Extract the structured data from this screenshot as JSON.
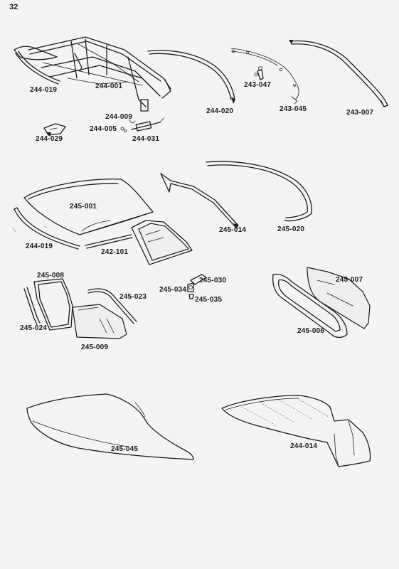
{
  "page": {
    "number": "32"
  },
  "parts": {
    "p244_019a": "244-019",
    "p244_001": "244-001",
    "p244_020": "244-020",
    "p243_047": "243-047",
    "p243_045": "243-045",
    "p243_007": "243-007",
    "p244_009": "244-009",
    "p244_005": "244-005",
    "p244_031": "244-031",
    "p244_029": "244-029",
    "p245_001": "245-001",
    "p244_019b": "244-019",
    "p242_101": "242-101",
    "p245_014": "245-014",
    "p245_020": "245-020",
    "p245_008": "245-008",
    "p245_023": "245-023",
    "p245_024": "245-024",
    "p245_009": "245-009",
    "p245_034": "245-034",
    "p245_030": "245-030",
    "p245_035": "245-035",
    "p245_006": "245-006",
    "p245_007": "245-007",
    "p245_045": "245-045",
    "p244_014": "244-014"
  }
}
